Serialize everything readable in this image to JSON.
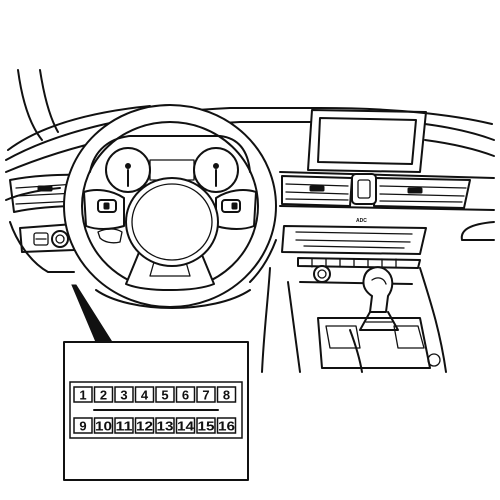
{
  "console": {
    "badge": "ADC"
  },
  "connector": {
    "pins_top": [
      "1",
      "2",
      "3",
      "4",
      "5",
      "6",
      "7",
      "8"
    ],
    "pins_bottom": [
      "9",
      "10",
      "11",
      "12",
      "13",
      "14",
      "15",
      "16"
    ]
  },
  "icons": {
    "dashboard": "car-dashboard-drawing",
    "steering": "steering-wheel-icon",
    "connector": "obd-connector-icon"
  }
}
